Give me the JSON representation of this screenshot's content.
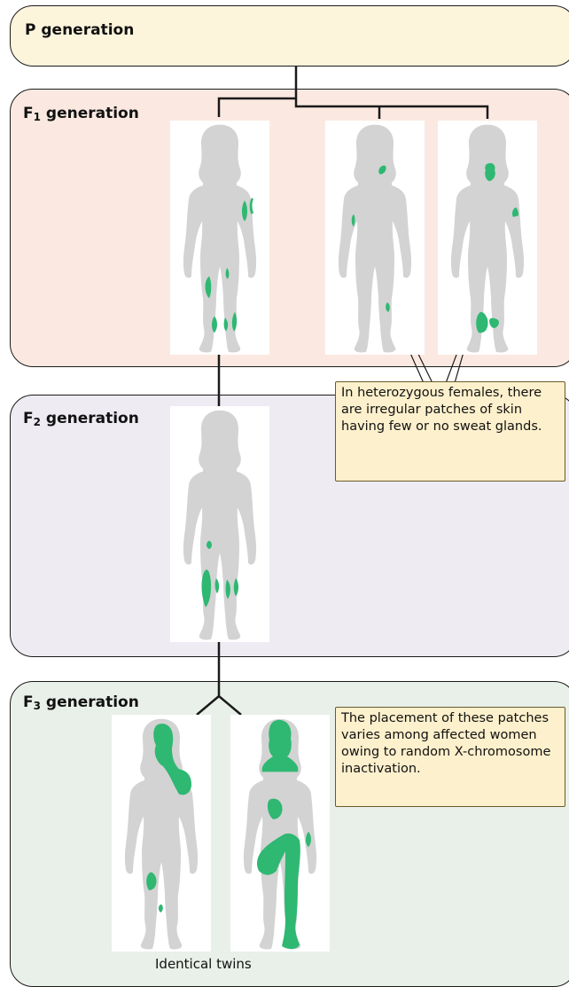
{
  "panels": {
    "p": {
      "title": "P generation",
      "color": "#fdf4dc"
    },
    "f1": {
      "title_letter": "F",
      "title_sub": "1",
      "title_rest": " generation",
      "color": "#fbe9e1"
    },
    "f2": {
      "title_letter": "F",
      "title_sub": "2",
      "title_rest": " generation",
      "color": "#eeebf3"
    },
    "f3": {
      "title_letter": "F",
      "title_sub": "3",
      "title_rest": " generation",
      "color": "#e9efe9"
    }
  },
  "callouts": {
    "heterozygous": "In heterozygous females, there are irregular patches of skin having few or no sweat glands.",
    "placement": "The placement of these patches varies among affected women owing to random X-chromosome inactivation."
  },
  "twins_label": "Identical twins",
  "colors": {
    "silhouette": "#d3d3d3",
    "patch": "#2eb872",
    "line": "#1a1a1a",
    "callout_bg": "#fdf0cc"
  },
  "figures": [
    {
      "id": "f1-woman-1",
      "generation": "F1"
    },
    {
      "id": "f1-woman-2",
      "generation": "F1"
    },
    {
      "id": "f1-woman-3",
      "generation": "F1"
    },
    {
      "id": "f2-woman",
      "generation": "F2"
    },
    {
      "id": "f3-twin-1",
      "generation": "F3"
    },
    {
      "id": "f3-twin-2",
      "generation": "F3"
    }
  ]
}
